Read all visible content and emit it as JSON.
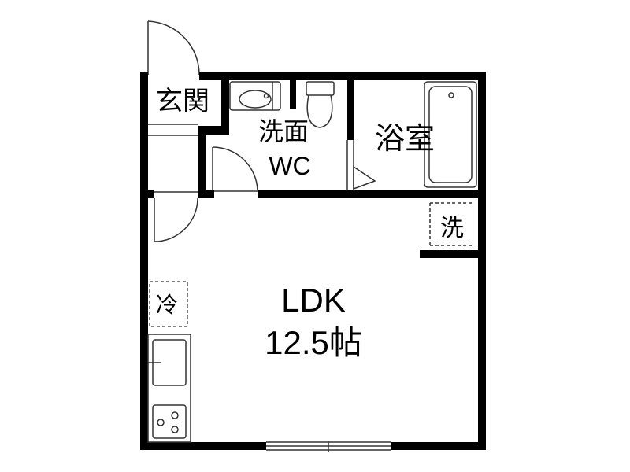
{
  "rooms": {
    "entrance": "玄関",
    "washroom": "洗面",
    "wc": "WC",
    "bath": "浴室",
    "ldk": "LDK",
    "ldk_size": "12.5帖"
  },
  "fixtures": {
    "washer": "洗",
    "fridge": "冷"
  },
  "colors": {
    "wall": "#000000",
    "line": "#333333",
    "dash": "#555555",
    "background": "#ffffff"
  }
}
